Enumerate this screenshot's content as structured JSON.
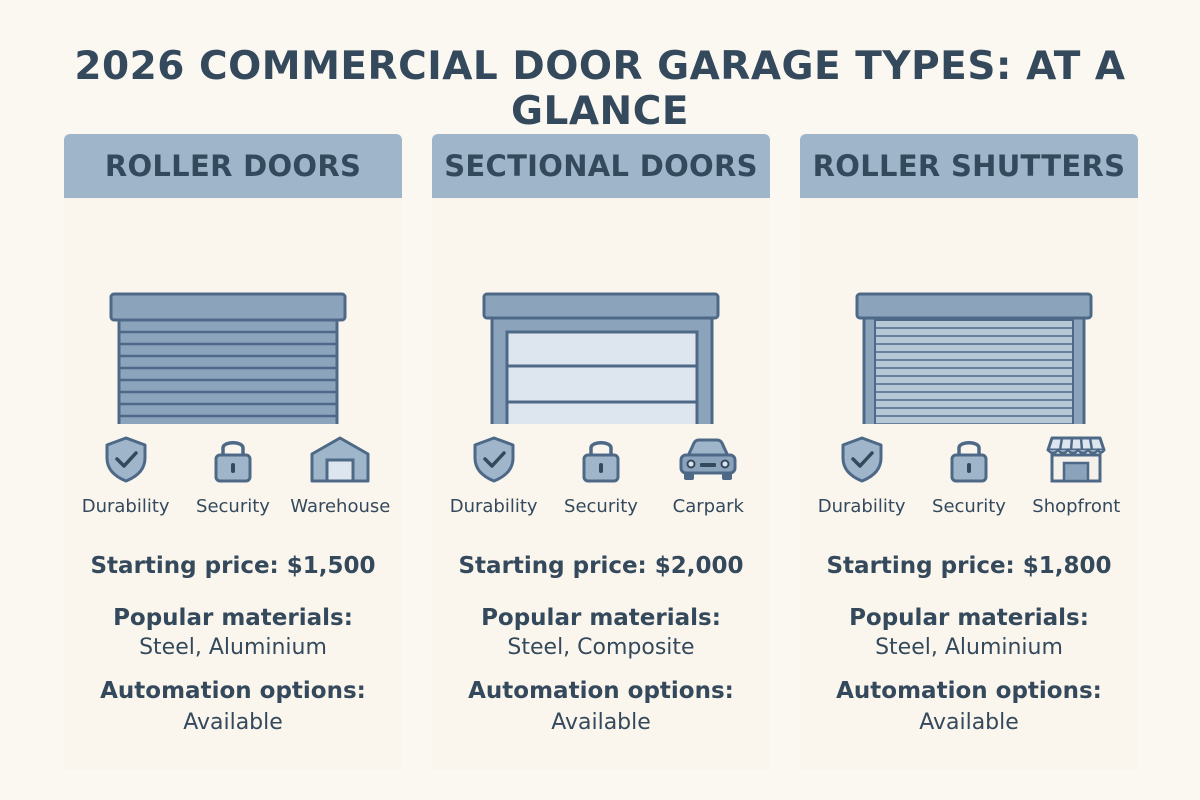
{
  "title": "2026 COMMERCIAL DOOR GARAGE TYPES: AT A GLANCE",
  "colors": {
    "background": "#fbf8f2",
    "card": "#faf6ee",
    "header": "#9fb6ca",
    "text": "#34495c",
    "door_fill": "#8ca3bc",
    "door_dark": "#4e6987",
    "door_light": "#dde6ee"
  },
  "cards": [
    {
      "heading": "ROLLER DOORS",
      "door_icon": "roller-door-icon",
      "features": [
        {
          "icon": "shield-check-icon",
          "label": "Durability"
        },
        {
          "icon": "padlock-icon",
          "label": "Security"
        },
        {
          "icon": "warehouse-icon",
          "label": "Warehouse"
        }
      ],
      "price": "Starting price: $1,500",
      "materials_label": "Popular materials:",
      "materials": "Steel, Aluminium",
      "automation_label": "Automation options:",
      "automation": "Available"
    },
    {
      "heading": "SECTIONAL DOORS",
      "door_icon": "sectional-door-icon",
      "features": [
        {
          "icon": "shield-check-icon",
          "label": "Durability"
        },
        {
          "icon": "padlock-icon",
          "label": "Security"
        },
        {
          "icon": "car-icon",
          "label": "Carpark"
        }
      ],
      "price": "Starting price: $2,000",
      "materials_label": "Popular materials:",
      "materials": "Steel, Composite",
      "automation_label": "Automation options:",
      "automation": "Available"
    },
    {
      "heading": "ROLLER SHUTTERS",
      "door_icon": "roller-shutter-icon",
      "features": [
        {
          "icon": "shield-check-icon",
          "label": "Durability"
        },
        {
          "icon": "padlock-icon",
          "label": "Security"
        },
        {
          "icon": "shopfront-icon",
          "label": "Shopfront"
        }
      ],
      "price": "Starting price: $1,800",
      "materials_label": "Popular materials:",
      "materials": "Steel, Aluminium",
      "automation_label": "Automation options:",
      "automation": "Available"
    }
  ]
}
